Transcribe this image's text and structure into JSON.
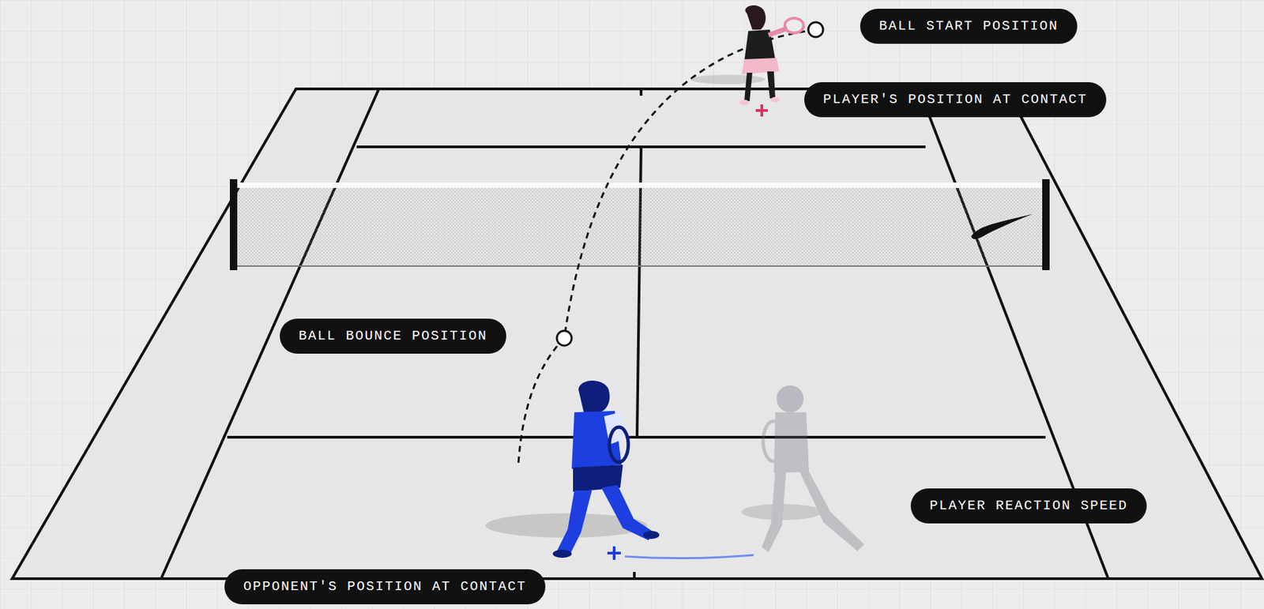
{
  "diagram": {
    "nodes": [
      {
        "text": [
          "BALL START POSITION"
        ]
      },
      {
        "text": [
          "PLAYER'S POSITION AT CONTACT"
        ]
      },
      {
        "text": [
          "BALL BOUNCE POSITION"
        ]
      },
      {
        "text": [
          "PLAYER REACTION SPEED"
        ]
      },
      {
        "text": [
          "OPPONENT'S POSITION AT CONTACT"
        ]
      }
    ]
  }
}
